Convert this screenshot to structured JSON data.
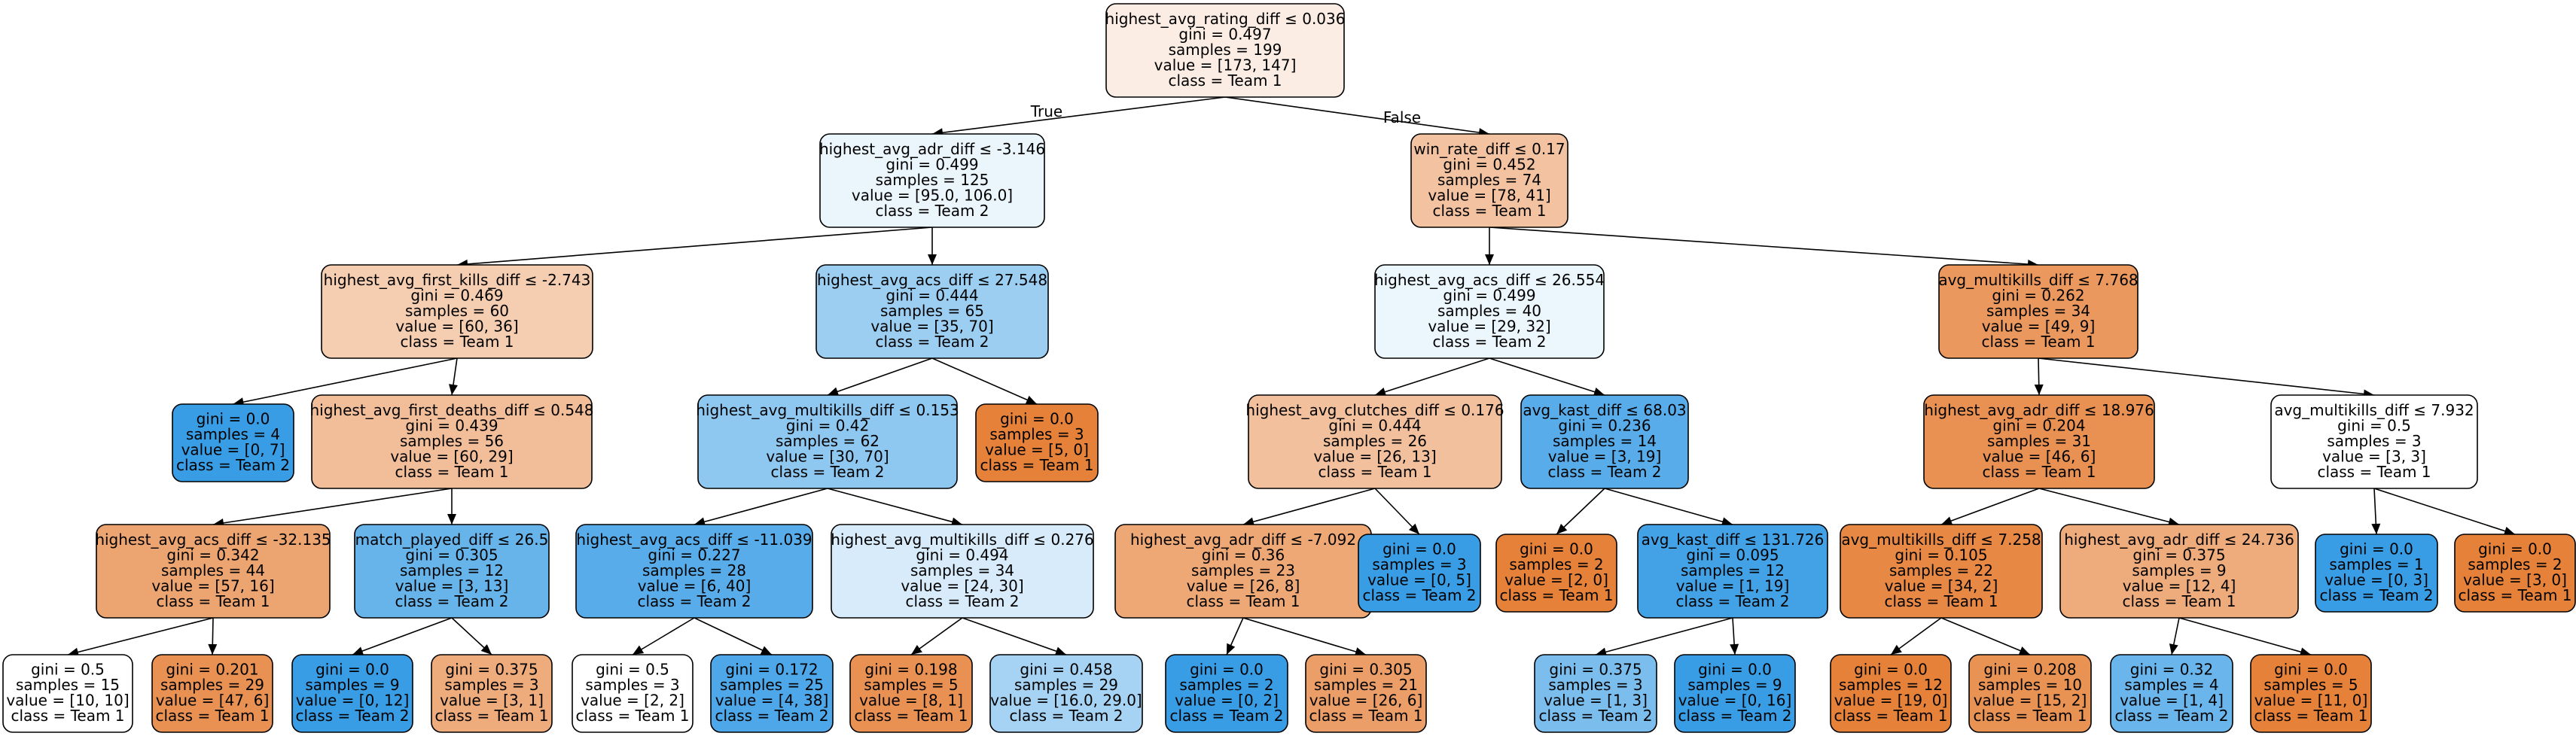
{
  "tree": {
    "class_colors": {
      "Team 1": "#e58139",
      "Team 2": "#399de5"
    },
    "branch_labels": {
      "left": "True",
      "right": "False"
    },
    "nodes": [
      {
        "id": "n0",
        "lines": [
          "highest_avg_rating_diff ≤ 0.036",
          "gini = 0.497",
          "samples = 199",
          "value = [173, 147]",
          "class = Team 1"
        ],
        "fill": "#fbede3"
      },
      {
        "id": "n1",
        "lines": [
          "highest_avg_adr_diff ≤ -3.146",
          "gini = 0.499",
          "samples = 125",
          "value = [95.0, 106.0]",
          "class = Team 2"
        ],
        "fill": "#eaf5fc"
      },
      {
        "id": "n2",
        "lines": [
          "win_rate_diff ≤ 0.17",
          "gini = 0.452",
          "samples = 74",
          "value = [78, 41]",
          "class = Team 1"
        ],
        "fill": "#f3c3a1"
      },
      {
        "id": "n3",
        "lines": [
          "highest_avg_first_kills_diff ≤ -2.743",
          "gini = 0.469",
          "samples = 60",
          "value = [60, 36]",
          "class = Team 1"
        ],
        "fill": "#f5cdb0"
      },
      {
        "id": "n4",
        "lines": [
          "highest_avg_acs_diff ≤ 27.548",
          "gini = 0.444",
          "samples = 65",
          "value = [35, 70]",
          "class = Team 2"
        ],
        "fill": "#9ccef2"
      },
      {
        "id": "n5",
        "lines": [
          "highest_avg_acs_diff ≤ 26.554",
          "gini = 0.499",
          "samples = 40",
          "value = [29, 32]",
          "class = Team 2"
        ],
        "fill": "#ecf6fd"
      },
      {
        "id": "n6",
        "lines": [
          "avg_multikills_diff ≤ 7.768",
          "gini = 0.262",
          "samples = 34",
          "value = [49, 9]",
          "class = Team 1"
        ],
        "fill": "#ea985d"
      },
      {
        "id": "n7",
        "lines": [
          "gini = 0.0",
          "samples = 4",
          "value = [0, 7]",
          "class = Team 2"
        ],
        "fill": "#399de5"
      },
      {
        "id": "n8",
        "lines": [
          "highest_avg_first_deaths_diff ≤ 0.548",
          "gini = 0.439",
          "samples = 56",
          "value = [60, 29]",
          "class = Team 1"
        ],
        "fill": "#f2be99"
      },
      {
        "id": "n9",
        "lines": [
          "highest_avg_multikills_diff ≤ 0.153",
          "gini = 0.42",
          "samples = 62",
          "value = [30, 70]",
          "class = Team 2"
        ],
        "fill": "#8ec7f0"
      },
      {
        "id": "n10",
        "lines": [
          "gini = 0.0",
          "samples = 3",
          "value = [5, 0]",
          "class = Team 1"
        ],
        "fill": "#e58139"
      },
      {
        "id": "n11",
        "lines": [
          "highest_avg_clutches_diff ≤ 0.176",
          "gini = 0.444",
          "samples = 26",
          "value = [26, 13]",
          "class = Team 1"
        ],
        "fill": "#f2c09c"
      },
      {
        "id": "n12",
        "lines": [
          "avg_kast_diff ≤ 68.03",
          "gini = 0.236",
          "samples = 14",
          "value = [3, 19]",
          "class = Team 2"
        ],
        "fill": "#58ace9"
      },
      {
        "id": "n13",
        "lines": [
          "highest_avg_adr_diff ≤ 18.976",
          "gini = 0.204",
          "samples = 31",
          "value = [46, 6]",
          "class = Team 1"
        ],
        "fill": "#e89153"
      },
      {
        "id": "n14",
        "lines": [
          "avg_multikills_diff ≤ 7.932",
          "gini = 0.5",
          "samples = 3",
          "value = [3, 3]",
          "class = Team 1"
        ],
        "fill": "#ffffff"
      },
      {
        "id": "n15",
        "lines": [
          "highest_avg_acs_diff ≤ -32.135",
          "gini = 0.342",
          "samples = 44",
          "value = [57, 16]",
          "class = Team 1"
        ],
        "fill": "#eca471"
      },
      {
        "id": "n16",
        "lines": [
          "match_played_diff ≤ 26.5",
          "gini = 0.305",
          "samples = 12",
          "value = [3, 13]",
          "class = Team 2"
        ],
        "fill": "#67b4eb"
      },
      {
        "id": "n17",
        "lines": [
          "highest_avg_acs_diff ≤ -11.039",
          "gini = 0.227",
          "samples = 28",
          "value = [6, 40]",
          "class = Team 2"
        ],
        "fill": "#57ace9"
      },
      {
        "id": "n18",
        "lines": [
          "highest_avg_multikills_diff ≤ 0.276",
          "gini = 0.494",
          "samples = 34",
          "value = [24, 30]",
          "class = Team 2"
        ],
        "fill": "#d7ebfa"
      },
      {
        "id": "n19",
        "lines": [
          "highest_avg_adr_diff ≤ -7.092",
          "gini = 0.36",
          "samples = 23",
          "value = [26, 8]",
          "class = Team 1"
        ],
        "fill": "#eda876"
      },
      {
        "id": "n20",
        "lines": [
          "gini = 0.0",
          "samples = 3",
          "value = [0, 5]",
          "class = Team 2"
        ],
        "fill": "#399de5"
      },
      {
        "id": "n21",
        "lines": [
          "gini = 0.0",
          "samples = 2",
          "value = [2, 0]",
          "class = Team 1"
        ],
        "fill": "#e58139"
      },
      {
        "id": "n22",
        "lines": [
          "avg_kast_diff ≤ 131.726",
          "gini = 0.095",
          "samples = 12",
          "value = [1, 19]",
          "class = Team 2"
        ],
        "fill": "#43a2e6"
      },
      {
        "id": "n23",
        "lines": [
          "avg_multikills_diff ≤ 7.258",
          "gini = 0.105",
          "samples = 22",
          "value = [34, 2]",
          "class = Team 1"
        ],
        "fill": "#e78845"
      },
      {
        "id": "n24",
        "lines": [
          "highest_avg_adr_diff ≤ 24.736",
          "gini = 0.375",
          "samples = 9",
          "value = [12, 4]",
          "class = Team 1"
        ],
        "fill": "#eeab7b"
      },
      {
        "id": "n25",
        "lines": [
          "gini = 0.0",
          "samples = 1",
          "value = [0, 3]",
          "class = Team 2"
        ],
        "fill": "#399de5"
      },
      {
        "id": "n26",
        "lines": [
          "gini = 0.0",
          "samples = 2",
          "value = [3, 0]",
          "class = Team 1"
        ],
        "fill": "#e58139"
      },
      {
        "id": "n27",
        "lines": [
          "gini = 0.5",
          "samples = 15",
          "value = [10, 10]",
          "class = Team 1"
        ],
        "fill": "#ffffff"
      },
      {
        "id": "n28",
        "lines": [
          "gini = 0.201",
          "samples = 29",
          "value = [47, 6]",
          "class = Team 1"
        ],
        "fill": "#e89152"
      },
      {
        "id": "n29",
        "lines": [
          "gini = 0.0",
          "samples = 9",
          "value = [0, 12]",
          "class = Team 2"
        ],
        "fill": "#399de5"
      },
      {
        "id": "n30",
        "lines": [
          "gini = 0.375",
          "samples = 3",
          "value = [3, 1]",
          "class = Team 1"
        ],
        "fill": "#eeab7b"
      },
      {
        "id": "n31",
        "lines": [
          "gini = 0.5",
          "samples = 3",
          "value = [2, 2]",
          "class = Team 1"
        ],
        "fill": "#ffffff"
      },
      {
        "id": "n32",
        "lines": [
          "gini = 0.172",
          "samples = 25",
          "value = [4, 38]",
          "class = Team 2"
        ],
        "fill": "#4ea7e8"
      },
      {
        "id": "n33",
        "lines": [
          "gini = 0.198",
          "samples = 5",
          "value = [8, 1]",
          "class = Team 1"
        ],
        "fill": "#e89152"
      },
      {
        "id": "n34",
        "lines": [
          "gini = 0.458",
          "samples = 29",
          "value = [16.0, 29.0]",
          "class = Team 2"
        ],
        "fill": "#a6d3f3"
      },
      {
        "id": "n35",
        "lines": [
          "gini = 0.0",
          "samples = 2",
          "value = [0, 2]",
          "class = Team 2"
        ],
        "fill": "#399de5"
      },
      {
        "id": "n36",
        "lines": [
          "gini = 0.305",
          "samples = 21",
          "value = [26, 6]",
          "class = Team 1"
        ],
        "fill": "#eb9e67"
      },
      {
        "id": "n37",
        "lines": [
          "gini = 0.375",
          "samples = 3",
          "value = [1, 3]",
          "class = Team 2"
        ],
        "fill": "#7bbeee"
      },
      {
        "id": "n38",
        "lines": [
          "gini = 0.0",
          "samples = 9",
          "value = [0, 16]",
          "class = Team 2"
        ],
        "fill": "#399de5"
      },
      {
        "id": "n39",
        "lines": [
          "gini = 0.0",
          "samples = 12",
          "value = [19, 0]",
          "class = Team 1"
        ],
        "fill": "#e58139"
      },
      {
        "id": "n40",
        "lines": [
          "gini = 0.208",
          "samples = 10",
          "value = [15, 2]",
          "class = Team 1"
        ],
        "fill": "#e89253"
      },
      {
        "id": "n41",
        "lines": [
          "gini = 0.32",
          "samples = 4",
          "value = [1, 4]",
          "class = Team 2"
        ],
        "fill": "#6ab6ec"
      },
      {
        "id": "n42",
        "lines": [
          "gini = 0.0",
          "samples = 5",
          "value = [11, 0]",
          "class = Team 1"
        ],
        "fill": "#e58139"
      }
    ],
    "edges": [
      [
        "n0",
        "n1"
      ],
      [
        "n0",
        "n2"
      ],
      [
        "n1",
        "n3"
      ],
      [
        "n1",
        "n4"
      ],
      [
        "n2",
        "n5"
      ],
      [
        "n2",
        "n6"
      ],
      [
        "n3",
        "n7"
      ],
      [
        "n3",
        "n8"
      ],
      [
        "n4",
        "n9"
      ],
      [
        "n4",
        "n10"
      ],
      [
        "n5",
        "n11"
      ],
      [
        "n5",
        "n12"
      ],
      [
        "n6",
        "n13"
      ],
      [
        "n6",
        "n14"
      ],
      [
        "n8",
        "n15"
      ],
      [
        "n8",
        "n16"
      ],
      [
        "n9",
        "n17"
      ],
      [
        "n9",
        "n18"
      ],
      [
        "n11",
        "n19"
      ],
      [
        "n11",
        "n20"
      ],
      [
        "n12",
        "n21"
      ],
      [
        "n12",
        "n22"
      ],
      [
        "n13",
        "n23"
      ],
      [
        "n13",
        "n24"
      ],
      [
        "n14",
        "n25"
      ],
      [
        "n14",
        "n26"
      ],
      [
        "n15",
        "n27"
      ],
      [
        "n15",
        "n28"
      ],
      [
        "n16",
        "n29"
      ],
      [
        "n16",
        "n30"
      ],
      [
        "n17",
        "n31"
      ],
      [
        "n17",
        "n32"
      ],
      [
        "n18",
        "n33"
      ],
      [
        "n18",
        "n34"
      ],
      [
        "n19",
        "n35"
      ],
      [
        "n19",
        "n36"
      ],
      [
        "n22",
        "n37"
      ],
      [
        "n22",
        "n38"
      ],
      [
        "n23",
        "n39"
      ],
      [
        "n23",
        "n40"
      ],
      [
        "n24",
        "n41"
      ],
      [
        "n24",
        "n42"
      ]
    ]
  }
}
